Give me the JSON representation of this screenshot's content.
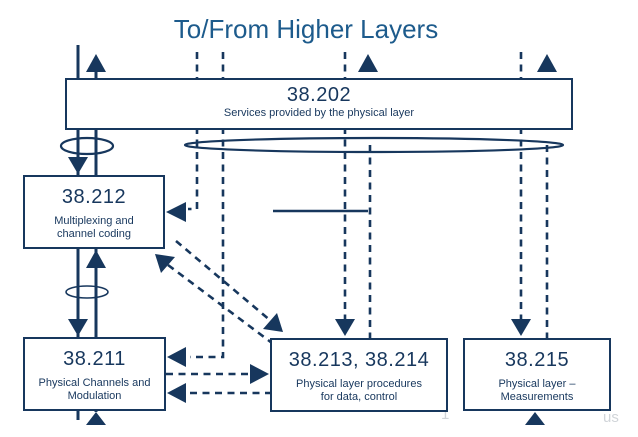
{
  "title": "To/From Higher Layers",
  "colors": {
    "diagram_line": "#17375D",
    "title_text": "#1D5B8C",
    "box_fill": "#FFFFFF",
    "background": "#FFFFFF"
  },
  "boxes": [
    {
      "number": "38.202",
      "label": "Services provided by the physical layer"
    },
    {
      "number": "38.212",
      "label": "Multiplexing and channel coding"
    },
    {
      "number": "38.211",
      "label": "Physical Channels and Modulation"
    },
    {
      "number": "38.213, 38.214",
      "label": "Physical layer procedures for data, control"
    },
    {
      "number": "38.215",
      "label": "Physical layer – Measurements"
    }
  ],
  "artifacts": {
    "faint_left": "1",
    "faint_right": "us"
  }
}
